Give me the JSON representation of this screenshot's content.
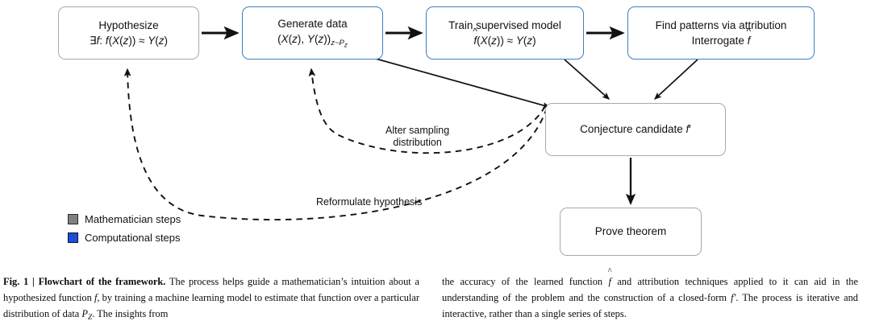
{
  "figure": {
    "nodes": [
      {
        "id": "hypothesize",
        "kind": "mathematician",
        "line1": "Hypothesize",
        "line2_parts": {
          "quant": "∃",
          "f": "f",
          "rest": ": ",
          "expr_f": "f",
          "expr_mid": "(X(z)) ≈ Y(z)"
        },
        "line2_plain": "∃f: f(X(z)) ≈ Y(z)"
      },
      {
        "id": "generate-data",
        "kind": "computational",
        "line1": "Generate data",
        "line2_plain": "(X(z), Y(z))z~Pz"
      },
      {
        "id": "train-model",
        "kind": "computational",
        "line1": "Train supervised model",
        "line2_plain": "f̂(X(z)) ≈ Y(z)"
      },
      {
        "id": "find-patterns",
        "kind": "computational",
        "line1": "Find patterns via attribution",
        "line2_plain": "Interrogate f̂"
      },
      {
        "id": "conjecture",
        "kind": "mathematician",
        "line1": "Conjecture candidate f′",
        "line2_plain": ""
      },
      {
        "id": "prove-theorem",
        "kind": "mathematician",
        "line1": "Prove theorem",
        "line2_plain": ""
      }
    ],
    "edge_labels": {
      "alter_sampling_line1": "Alter sampling",
      "alter_sampling_line2": "distribution",
      "reformulate": "Reformulate hypothesis"
    },
    "legend": [
      {
        "swatch": "gray",
        "label": "Mathematician steps",
        "color": "#808080"
      },
      {
        "swatch": "blue",
        "label": "Computational steps",
        "color": "#1a4fd6"
      }
    ],
    "colors": {
      "mathematician_border": "#a9a9a9",
      "computational_border": "#3d7fc1",
      "arrow": "#111111"
    }
  },
  "caption": {
    "label": "Fig. 1",
    "separator": " | ",
    "title": "Flowchart of the framework.",
    "left_body_1": " The process helps guide a mathematician’s intuition about a hypothesized function ",
    "left_body_f": "f",
    "left_body_2": ", by training a machine learning model to estimate that function over a particular distribution of data ",
    "left_body_P": "P",
    "left_body_Psub": "Z",
    "left_body_3": ". The insights from",
    "right_body_1": "the accuracy of the learned function ",
    "right_body_fhat": "f̂",
    "right_body_2": " and attribution techniques applied to it can aid in the understanding of the problem and the construction of a closed-form ",
    "right_body_fprime": "f′",
    "right_body_3": ". The process is iterative and interactive, rather than a single series of steps."
  }
}
